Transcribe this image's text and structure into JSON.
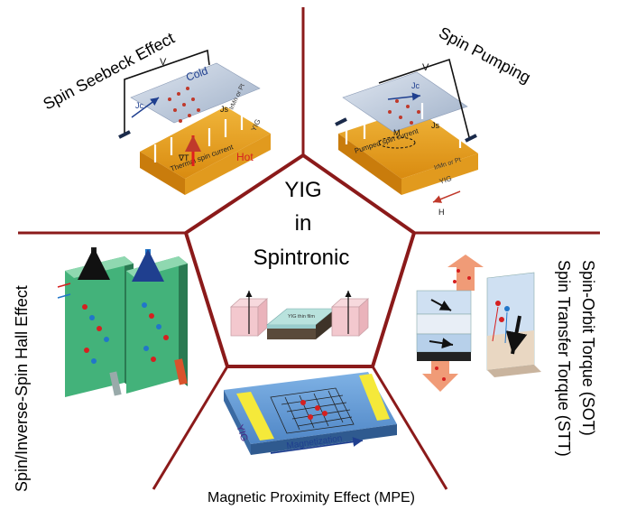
{
  "center": {
    "line1": "YIG",
    "line2": "in",
    "line3": "Spintronic"
  },
  "sections": {
    "spin_seebeck": {
      "title": "Spin Seebeck Effect",
      "cold": "Cold",
      "hot": "Hot",
      "voltage": "V",
      "metal": "IrMn or Pt",
      "yig": "YIG",
      "thermal": "Thermal spin current",
      "grad": "∇T",
      "jc": "Jc",
      "js": "Js"
    },
    "spin_pumping": {
      "title": "Spin Pumping",
      "voltage": "V",
      "metal": "IrMn or Pt",
      "yig": "YIG",
      "pumped": "Pumped spin current",
      "field": "H",
      "mag": "M",
      "jc": "Jc",
      "js": "Js"
    },
    "spin_hall": {
      "title": "Spin/Inverse-Spin Hall Effect"
    },
    "sot": {
      "title_line1": "Spin-Orbit Torque (SOT)",
      "title_line2": "Spin Transfer Torque (STT)"
    },
    "mpe": {
      "title": "Magnetic Proximity Effect (MPE)",
      "yig": "YIG",
      "magnetization": "Magnetization"
    },
    "center_fig": {
      "film": "YIG thin film"
    }
  },
  "colors": {
    "divider": "#8b1a1a",
    "yig_orange": "#e8a317",
    "metal_gray": "#b8c4d6",
    "green": "#3da86f",
    "blue_block": "#6fa8dc"
  }
}
